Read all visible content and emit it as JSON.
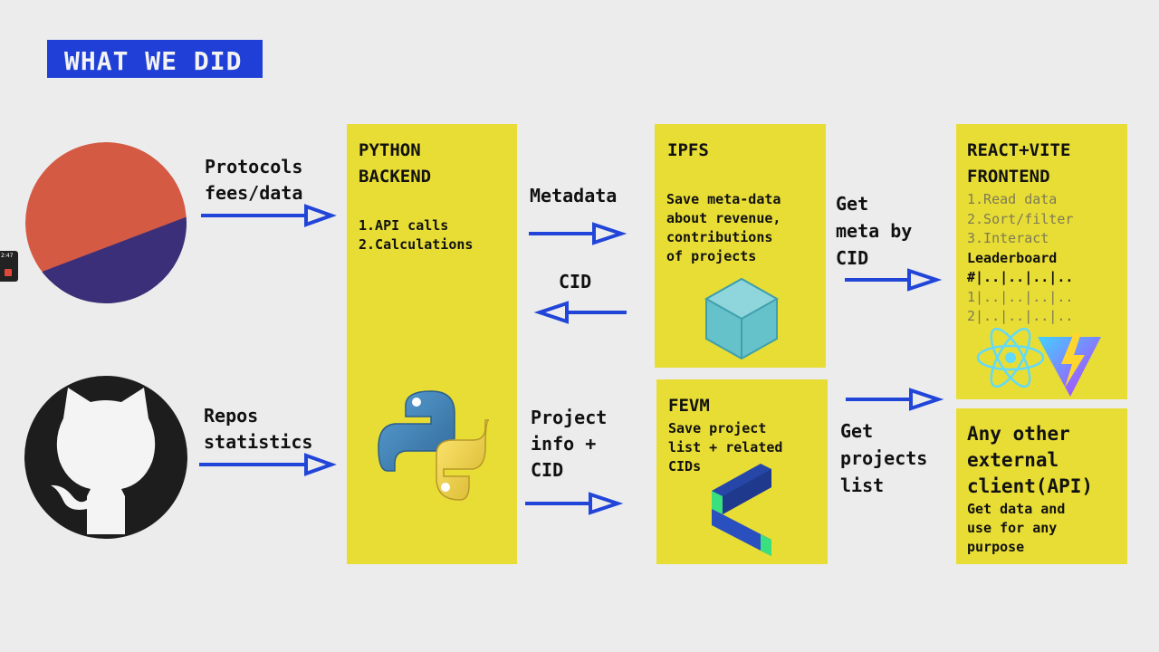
{
  "title": "WHAT WE DID",
  "recording": {
    "time": "2:47"
  },
  "sources": {
    "protocols_label": [
      "Protocols",
      "fees/data"
    ],
    "repos_label": [
      "Repos",
      "statistics"
    ]
  },
  "python": {
    "title": [
      "PYTHON",
      "BACKEND"
    ],
    "items": [
      "1.API calls",
      "2.Calculations"
    ]
  },
  "edges": {
    "metadata": "Metadata",
    "cid": "CID",
    "project_info": [
      "Project",
      "info +",
      "CID"
    ],
    "get_meta": [
      "Get",
      "meta by",
      "CID"
    ],
    "get_projects": [
      "Get",
      "projects",
      "list"
    ]
  },
  "ipfs": {
    "title": "IPFS",
    "text": [
      "Save meta-data",
      "about revenue,",
      "contributions",
      "of projects"
    ]
  },
  "fevm": {
    "title": "FEVM",
    "text": [
      "Save project",
      "list + related",
      "CIDs"
    ]
  },
  "frontend": {
    "title": [
      "REACT+VITE",
      "FRONTEND"
    ],
    "items": [
      "1.Read data",
      "2.Sort/filter",
      "3.Interact"
    ],
    "leaderboard_title": "Leaderboard",
    "leaderboard_rows": [
      "#|..|..|..|..",
      "1|..|..|..|..",
      "2|..|..|..|.."
    ]
  },
  "other_client": {
    "title": [
      "Any other",
      "external",
      "client(API)"
    ],
    "text": [
      "Get data and",
      "use for any",
      "purpose"
    ]
  },
  "colors": {
    "arrow": "#2145d8",
    "yellow": "#e8dd35",
    "title_bg": "#1f3fd6",
    "pie_red": "#d55a44",
    "pie_purple": "#3a2f78"
  },
  "icons": [
    "pie-chart-icon",
    "github-icon",
    "python-icon",
    "ipfs-cube-icon",
    "fevm-logo-icon",
    "react-icon",
    "vite-icon"
  ]
}
